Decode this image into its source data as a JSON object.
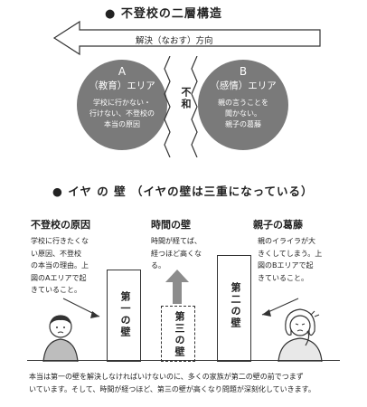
{
  "section1": {
    "title": "● 不登校の二層構造",
    "arrow_label": "解決（なおす）方向",
    "left": {
      "letter": "A",
      "title": "（教育）エリア",
      "desc": [
        "学校に行かない・",
        "行けない、不登校の",
        "本当の原因"
      ]
    },
    "right": {
      "letter": "B",
      "title": "（感情）エリア",
      "desc": [
        "親の言うことを",
        "聞かない。",
        "親子の葛藤"
      ]
    },
    "center": "不和"
  },
  "section2": {
    "title": "● イヤ の 壁 （イヤの壁は三重になっている）",
    "cols": [
      {
        "head": "不登校の原因",
        "desc": [
          "学校に行きたくな",
          "い原因、不登校",
          "の本当の理由。上",
          "図のAエリアで起",
          "きていること。"
        ]
      },
      {
        "head": "時間の壁",
        "desc": [
          "時間が経てば、",
          "経つほど高くな",
          "る。"
        ]
      },
      {
        "head": "親子の葛藤",
        "desc": [
          "親のイライラが大",
          "きくしてしまう。上",
          "図のBエリアで起",
          "きていること。"
        ]
      }
    ],
    "walls": {
      "first": "第一の壁",
      "second": "第二の壁",
      "third": "第三の壁"
    },
    "footer": [
      "本当は第一の壁を解決しなければいけないのに、多くの家族が第二の壁の前でつまず",
      "いています。そして、時間が経つほど、第三の壁が高くなり問題が深刻化していきます。"
    ]
  },
  "colors": {
    "circle": "#7a7a7a",
    "arrow_gray": "#8c8c8c"
  }
}
